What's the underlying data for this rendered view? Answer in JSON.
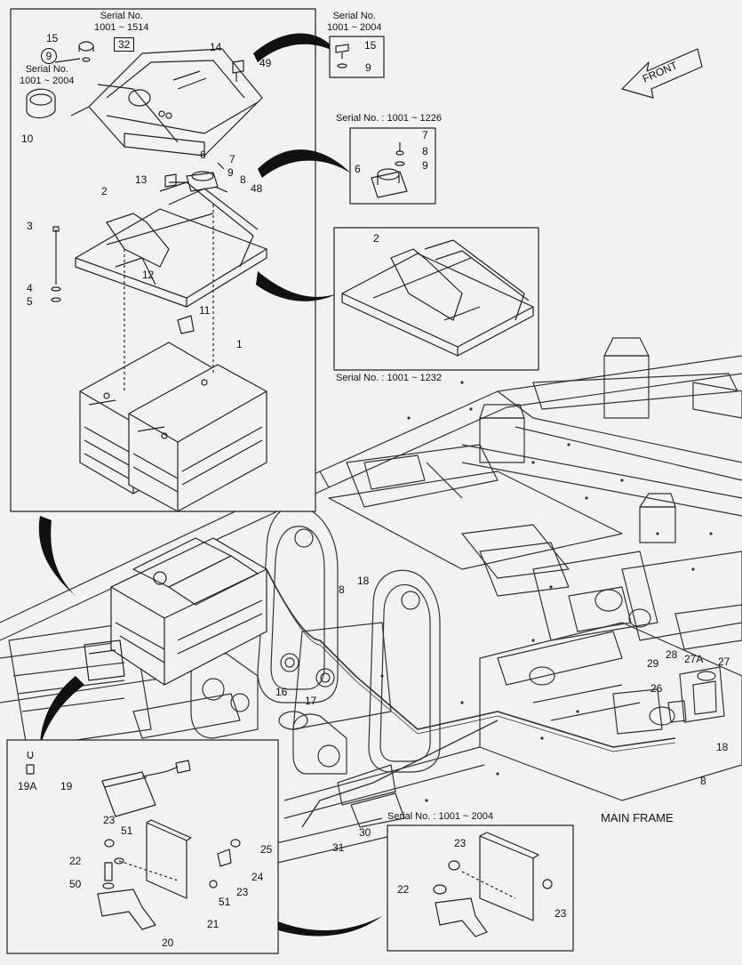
{
  "diagram": {
    "title": "MAIN FRAME",
    "front_label": "FRONT",
    "serial_notes": {
      "top_left": "Serial No.\n1001 ~ 1514",
      "top_center": "Serial No.\n1001 ~ 2004",
      "left_switch": "Serial No.\n1001 ~ 2004",
      "relay_box": "Serial No. : 1001 ~ 1226",
      "tray_box": "Serial No. : 1001 ~ 1232",
      "bracket_box": "Serial No. : 1001 ~ 2004"
    },
    "part_numbers": {
      "p1": "1",
      "p2": "2",
      "p2b": "2",
      "p3": "3",
      "p4": "4",
      "p5": "5",
      "p6": "6",
      "p6b": "6",
      "p7": "7",
      "p7b": "7",
      "p8": "8",
      "p8b": "8",
      "p8c": "8",
      "p8d": "8",
      "p9": "9",
      "p9b": "9",
      "p9c": "9",
      "p9d": "9",
      "p10": "10",
      "p11": "11",
      "p12": "12",
      "p13": "13",
      "p14": "14",
      "p15": "15",
      "p15b": "15",
      "p16": "16",
      "p17": "17",
      "p18": "18",
      "p18b": "18",
      "p19": "19",
      "p19a": "19A",
      "p20": "20",
      "p21": "21",
      "p22": "22",
      "p22b": "22",
      "p23a": "23",
      "p23b": "23",
      "p23c": "23",
      "p23d": "23",
      "p24": "24",
      "p25": "25",
      "p26": "26",
      "p27": "27",
      "p27a": "27A",
      "p28": "28",
      "p29": "29",
      "p30": "30",
      "p31": "31",
      "p32": "32",
      "p48": "48",
      "p49": "49",
      "p50": "50",
      "p51": "51",
      "p51b": "51"
    }
  }
}
